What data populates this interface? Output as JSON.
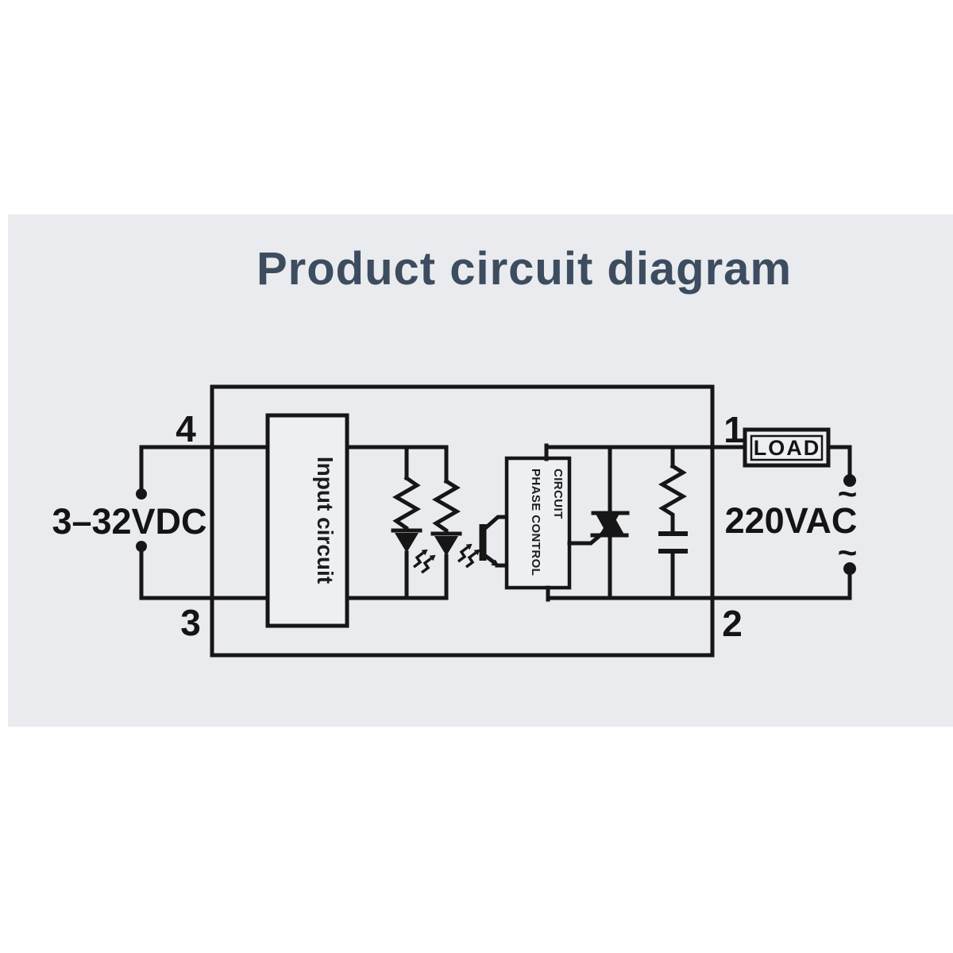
{
  "title": "Product circuit diagram",
  "labels": {
    "input_voltage": "3–32VDC",
    "output_voltage": "220VAC",
    "terminal_1": "1",
    "terminal_2": "2",
    "terminal_3": "3",
    "terminal_4": "4",
    "load": "LOAD",
    "input_circuit": "Input circuit",
    "phase_control_line1": "PHASE CONTROL",
    "phase_control_line2": "CIRCUIT",
    "ac_tilde": "~"
  },
  "colors": {
    "title": "#3d4c5f",
    "panel": "#e9ebef",
    "component_box_fill": "#edeff3",
    "line": "#161616"
  },
  "diagram_semantics": {
    "type": "solid-state-relay circuit diagram",
    "input_side": "DC control input 3-32VDC on terminals 4 (+) and 3 (-) feeding an input circuit and opto-coupler LEDs",
    "output_side": "AC load side 220VAC on terminals 1 and 2 with phase control circuit, triac and RC snubber, external LOAD in series"
  }
}
